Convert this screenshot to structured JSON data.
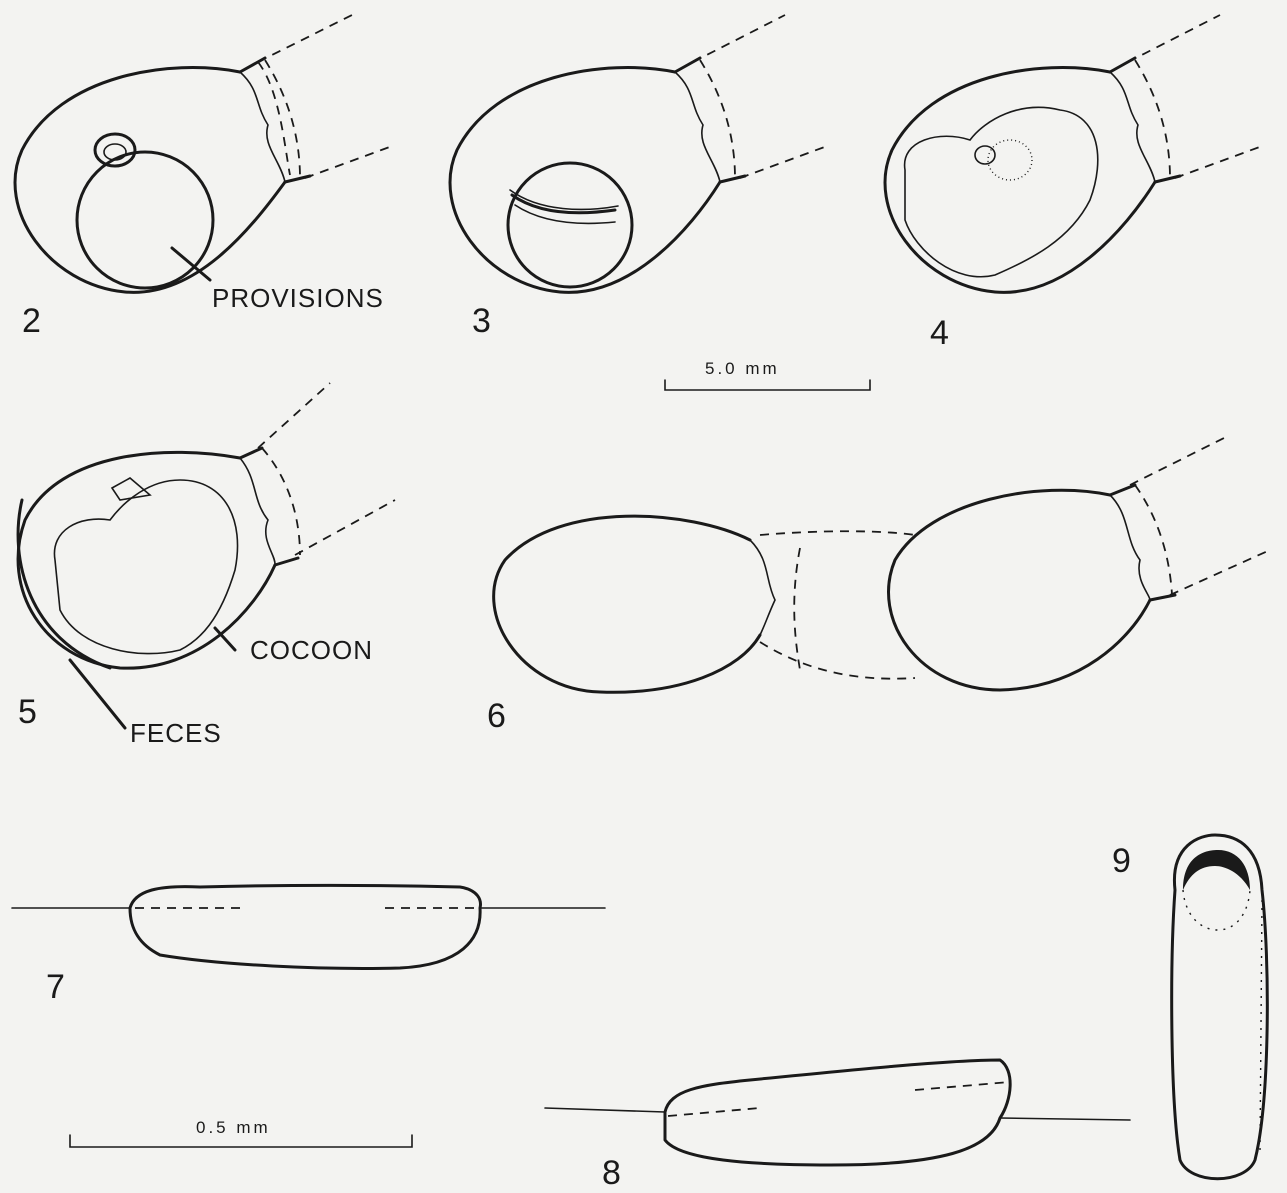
{
  "figures": {
    "fig2": {
      "number": "2",
      "label": "PROVISIONS"
    },
    "fig3": {
      "number": "3"
    },
    "fig4": {
      "number": "4"
    },
    "fig5": {
      "number": "5",
      "label_cocoon": "COCOON",
      "label_feces": "FECES"
    },
    "fig6": {
      "number": "6"
    },
    "fig7": {
      "number": "7"
    },
    "fig8": {
      "number": "8"
    },
    "fig9": {
      "number": "9"
    }
  },
  "scale_bars": {
    "large": "5.0 mm",
    "small": "0.5 mm"
  }
}
